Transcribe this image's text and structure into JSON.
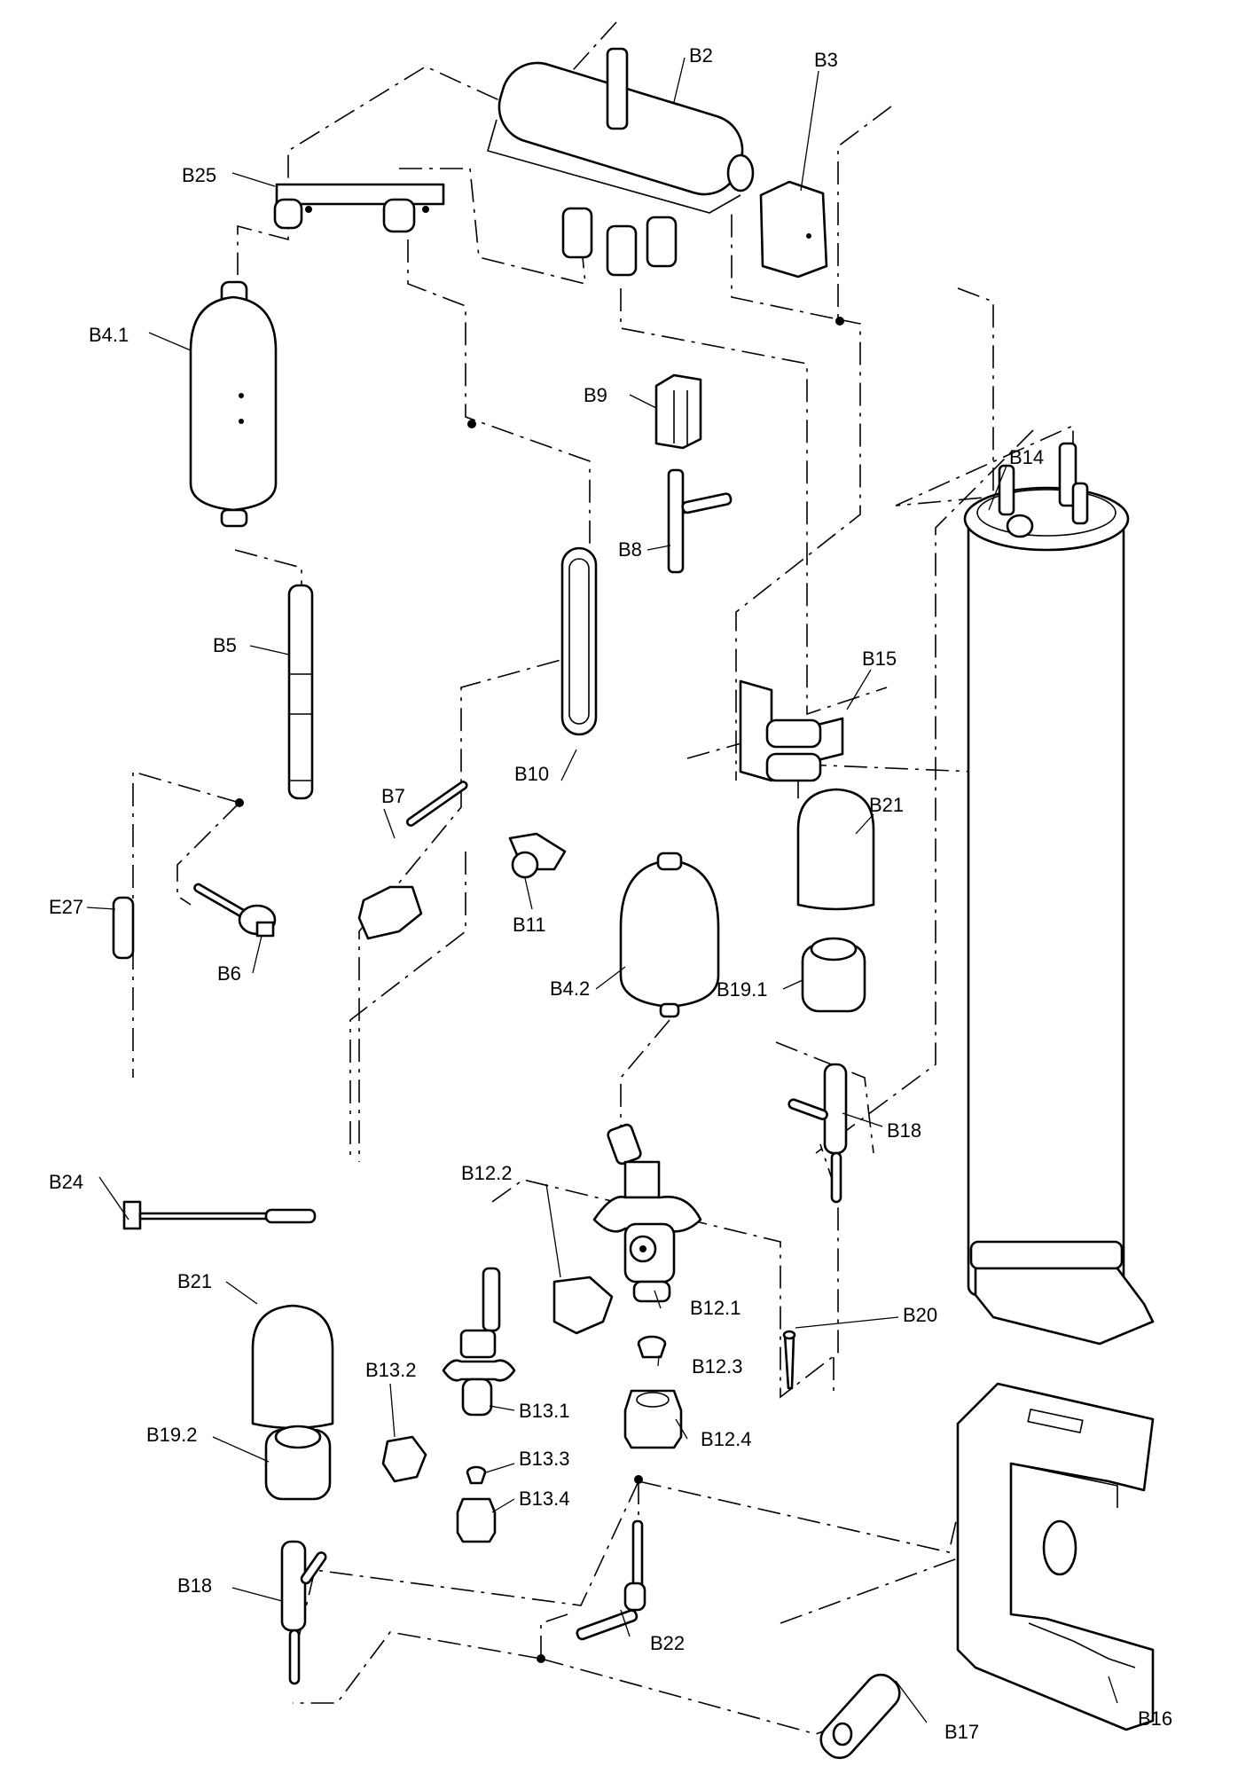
{
  "diagram": {
    "type": "exploded-parts-view",
    "background": "#ffffff",
    "line_color": "#000000",
    "labels": {
      "B2": "B2",
      "B3": "B3",
      "B25": "B25",
      "B4_1": "B4.1",
      "B9": "B9",
      "B8": "B8",
      "B14": "B14",
      "B5": "B5",
      "B10": "B10",
      "B15": "B15",
      "B7": "B7",
      "B21_top": "B21",
      "E27": "E27",
      "B11": "B11",
      "B6": "B6",
      "B4_2": "B4.2",
      "B19_1": "B19.1",
      "B18_right": "B18",
      "B24": "B24",
      "B12_2": "B12.2",
      "B21_left": "B21",
      "B12_1": "B12.1",
      "B20": "B20",
      "B13_2": "B13.2",
      "B12_3": "B12.3",
      "B19_2": "B19.2",
      "B13_1": "B13.1",
      "B12_4": "B12.4",
      "B13_3": "B13.3",
      "B13_4": "B13.4",
      "B18_left": "B18",
      "B22": "B22",
      "B17": "B17",
      "B16": "B16"
    }
  }
}
